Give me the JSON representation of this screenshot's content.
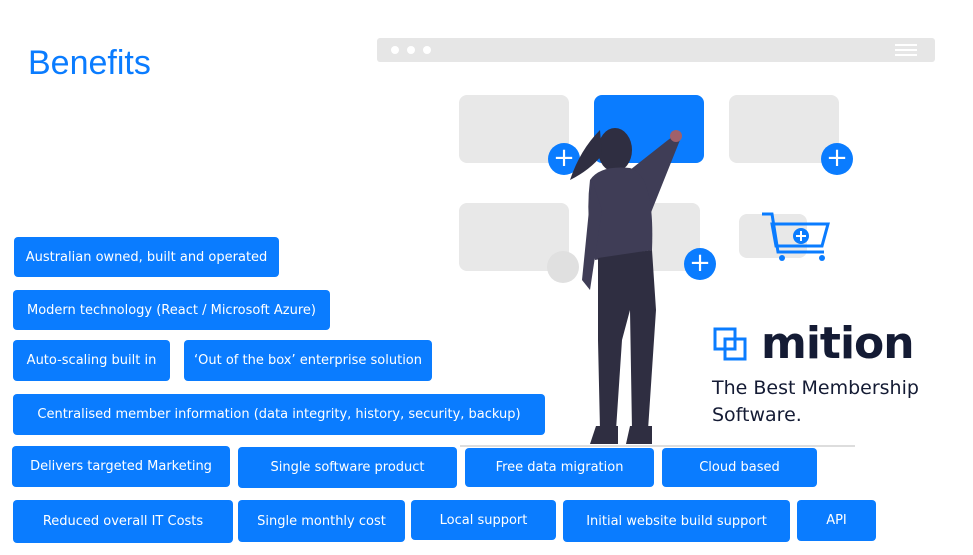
{
  "title": "Benefits",
  "benefits": [
    "Australian owned, built and operated",
    "Modern technology (React / Microsoft Azure)",
    "Auto-scaling built in",
    "‘Out of the box’ enterprise solution",
    "Centralised member information (data integrity, history, security, backup)",
    "Delivers targeted Marketing",
    "Single software product",
    "Free data migration",
    "Cloud based",
    "Reduced overall IT Costs",
    "Single monthly cost",
    "Local support",
    "Initial website build support",
    "API"
  ],
  "brand": {
    "name": "mition",
    "tagline_1": "The Best Membership",
    "tagline_2": "Software."
  },
  "colors": {
    "accent": "#0a7cff",
    "dark": "#141b34"
  }
}
